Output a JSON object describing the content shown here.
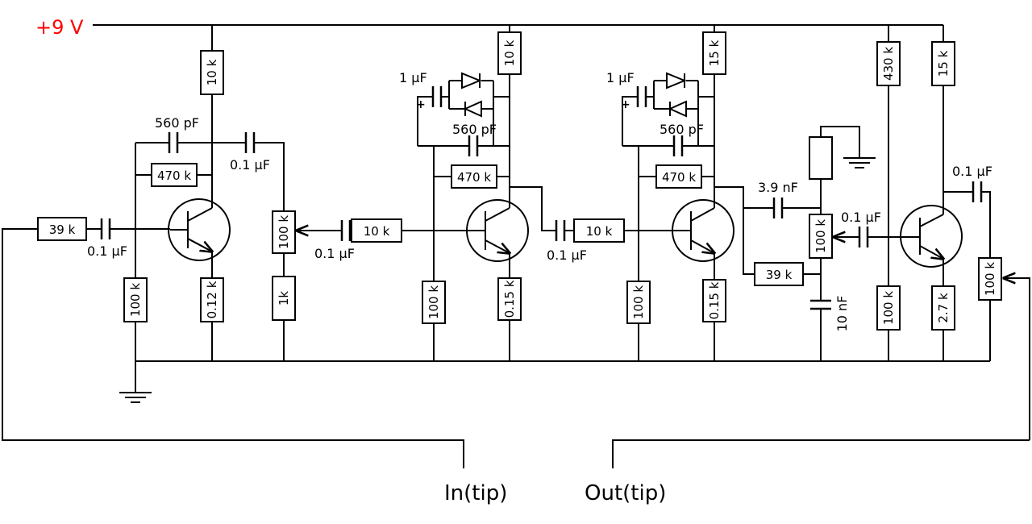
{
  "supply": {
    "label": "+9 V",
    "color": "#ff0000"
  },
  "io": {
    "input": "In(tip)",
    "output": "Out(tip)"
  },
  "resistors": {
    "r_in": "39 k",
    "r_c1": "10 k",
    "r_f1": "470 k",
    "r_b1": "100 k",
    "r_e1": "0.12 k",
    "pot1": "100 k",
    "r_1k": "1k",
    "r_s2": "10 k",
    "r_c2": "10 k",
    "r_f2": "470 k",
    "r_b2": "100 k",
    "r_e2": "0.15 k",
    "r_s3": "10 k",
    "r_c3": "15 k",
    "r_f3": "470 k",
    "r_b3": "100 k",
    "r_e3": "0.15 k",
    "r_tone": "39 k",
    "pot_tone": "100 k",
    "r_b4a": "430 k",
    "r_b4b": "100 k",
    "r_c4": "15 k",
    "r_e4": "2.7 k",
    "pot_out": "100 k"
  },
  "capacitors": {
    "c_in": "0.1 µF",
    "c_f1": "560 pF",
    "c_o1": "0.1 µF",
    "c_c2": "0.1 µF",
    "c_e2": "1 µF",
    "c_f2": "560 pF",
    "c_c3": "0.1 µF",
    "c_e3": "1 µF",
    "c_f3": "560 pF",
    "c_39n": "3.9 nF",
    "c_10n": "10 nF",
    "c_c4": "0.1 µF",
    "c_out": "0.1 µF"
  },
  "symbols": {
    "polarity": "+"
  }
}
